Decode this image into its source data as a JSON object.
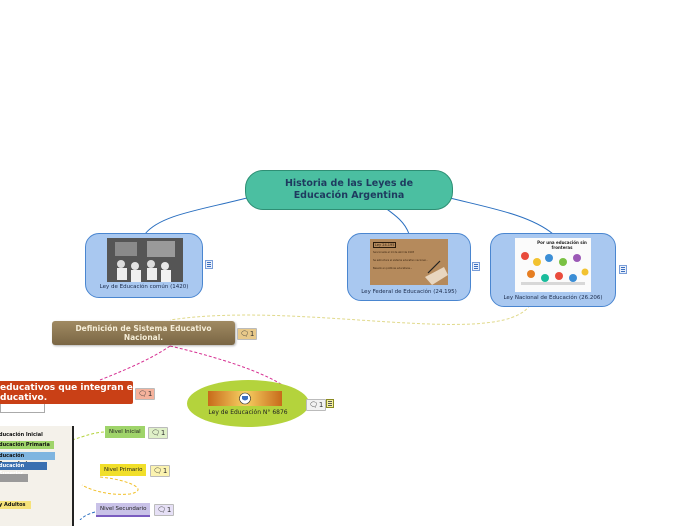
{
  "central": {
    "title": "Historia de las Leyes de Educación Argentina"
  },
  "laws": [
    {
      "label": "Ley de Educación común (1420)"
    },
    {
      "label": "Ley Federal de Educación (24.195)",
      "image_text": [
        "Ley 24.195",
        "Sancionada el 14 de abril de 1993",
        "Se estructura el sistema educativo nacional...",
        "Basado en políticas educativas..."
      ]
    },
    {
      "label": "Ley Nacional de Educación (26.206)",
      "image_text": "Por una educación sin fronteras"
    }
  ],
  "definition": {
    "title": "Definición de Sistema Educativo Nacional.",
    "comments": "1"
  },
  "categories": {
    "title": "educativos que integran el\nducativo.",
    "comments": "1"
  },
  "ley6876": {
    "label": "Ley de Educación N° 6876",
    "comments": "1"
  },
  "levels": [
    {
      "label": "Nivel Inicial",
      "comments": "1",
      "color": "#9fd46a"
    },
    {
      "label": "Nivel Primario",
      "comments": "1",
      "color": "#f1df2a"
    },
    {
      "label": "Nivel Secundario",
      "comments": "1",
      "color": "#c9c2e8"
    }
  ],
  "image_rows": [
    "ducación Inicial",
    "ducación Primaria",
    "ducación Secundaria",
    "ducación Superior",
    "y Adultos"
  ],
  "colors": {
    "central": "#4bbfa1",
    "law_fill": "#a9c8f0",
    "law_border": "#4a86d0",
    "definition": "#8c7650",
    "category": "#c94016",
    "ellipse": "#b4d33c",
    "connector": "#2a6fc0",
    "dashed": "#e0d98a",
    "dashed_pink": "#d62f92"
  }
}
